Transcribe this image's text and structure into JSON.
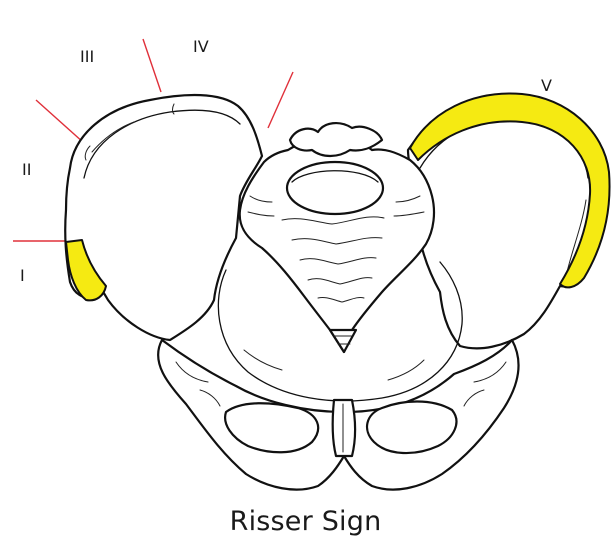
{
  "caption": "Risser Sign",
  "stage_labels": {
    "one": "I",
    "two": "II",
    "three": "III",
    "four": "IV",
    "five": "V"
  },
  "colors": {
    "ossified_apophysis": "#f5ea12",
    "zone_divider": "#e0303a",
    "outline": "#111111",
    "background": "#ffffff"
  }
}
